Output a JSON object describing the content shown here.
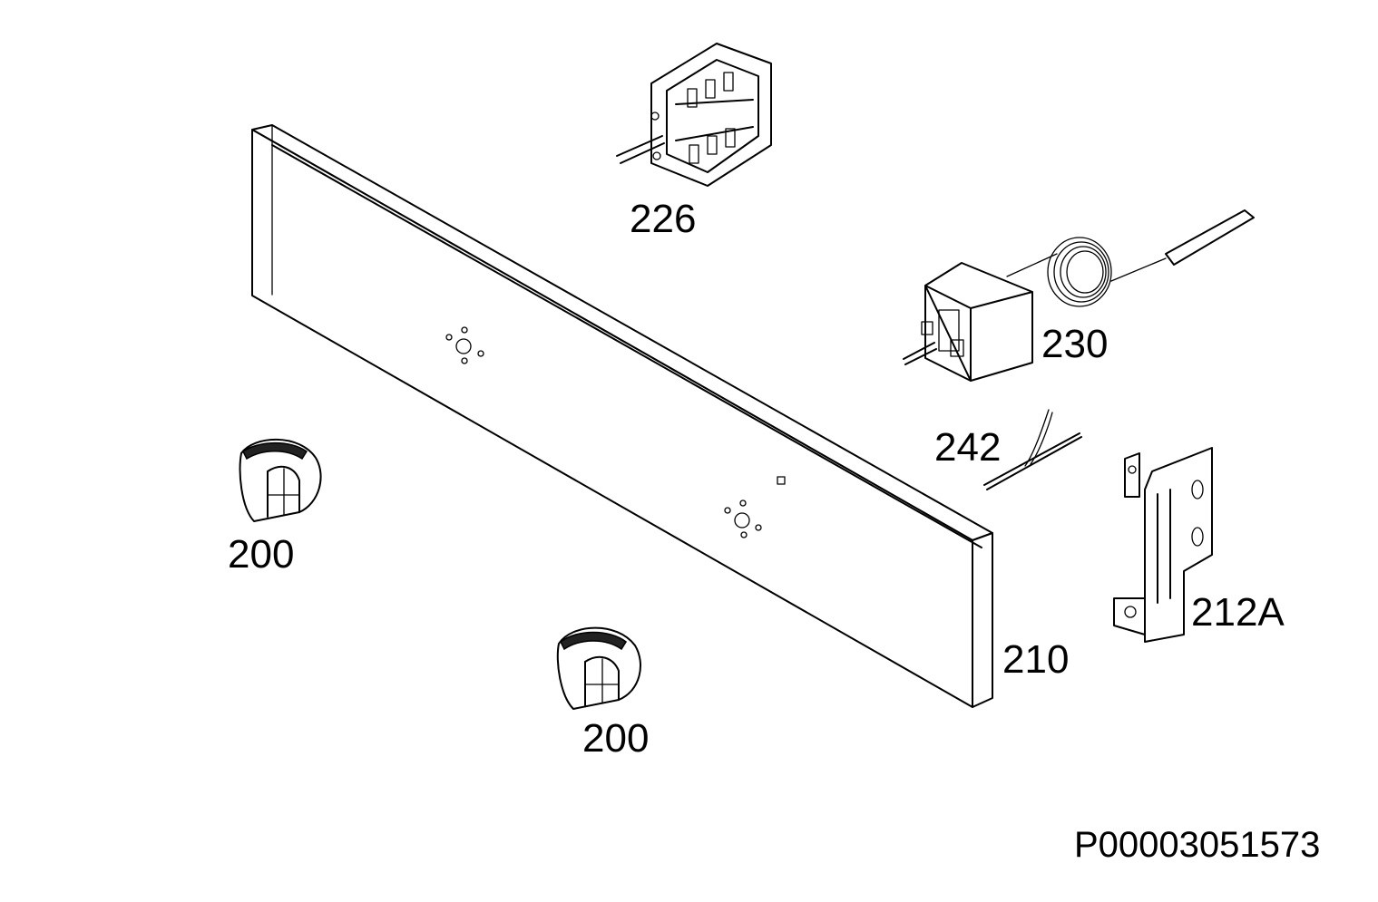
{
  "diagram": {
    "document_id": "P00003051573",
    "parts": [
      {
        "key": "selector_switch",
        "label": "226"
      },
      {
        "key": "thermostat",
        "label": "230"
      },
      {
        "key": "sensor",
        "label": "242"
      },
      {
        "key": "control_panel",
        "label": "210"
      },
      {
        "key": "bracket",
        "label": "212A"
      },
      {
        "key": "knob_left",
        "label": "200"
      },
      {
        "key": "knob_bottom",
        "label": "200"
      }
    ]
  }
}
